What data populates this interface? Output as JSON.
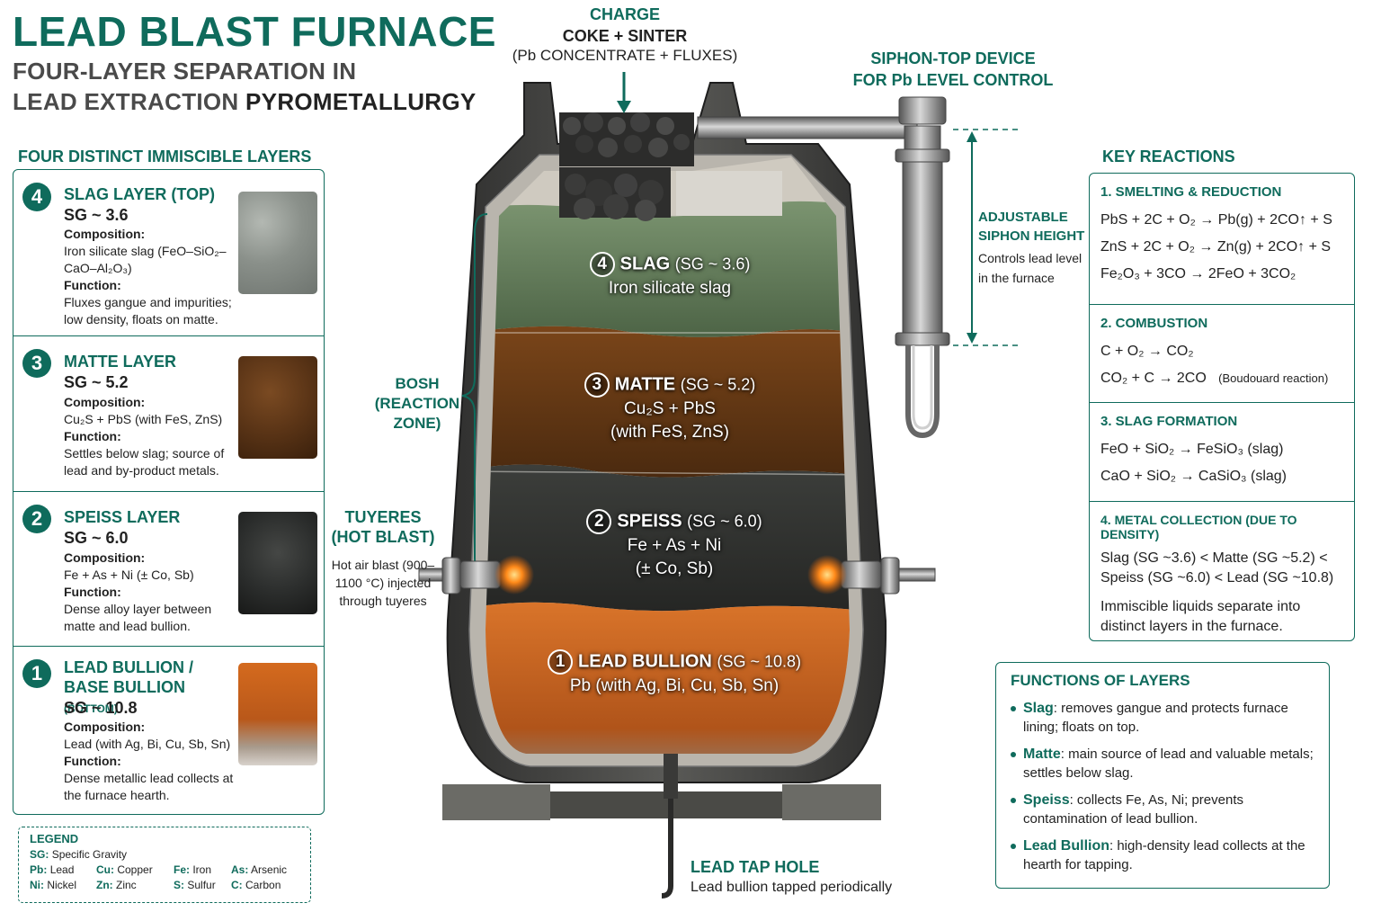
{
  "title": "LEAD BLAST FURNACE",
  "subtitle_line1": "FOUR-LAYER SEPARATION IN",
  "subtitle_line2_a": "LEAD EXTRACTION",
  "subtitle_line2_b": "PYROMETALLURGY",
  "layers_heading": "FOUR DISTINCT IMMISCIBLE LAYERS",
  "layers": [
    {
      "num": "4",
      "name": "SLAG LAYER (TOP)",
      "name_small": "",
      "sg": "SG ~ 3.6",
      "composition_label": "Composition:",
      "composition": "Iron silicate slag (FeO–SiO₂–CaO–Al₂O₃)",
      "function_label": "Function:",
      "function": "Fluxes gangue and impurities; low density, floats on matte.",
      "color": "#8e948e"
    },
    {
      "num": "3",
      "name": "MATTE LAYER",
      "name_small": "",
      "sg": "SG ~ 5.2",
      "composition_label": "Composition:",
      "composition": "Cu₂S + PbS (with FeS, ZnS)",
      "function_label": "Function:",
      "function": "Settles below slag; source of lead and by-product metals.",
      "color": "#5a3416"
    },
    {
      "num": "2",
      "name": "SPEISS LAYER",
      "name_small": "",
      "sg": "SG ~ 6.0",
      "composition_label": "Composition:",
      "composition": "Fe + As + Ni (± Co, Sb)",
      "function_label": "Function:",
      "function": "Dense alloy layer between matte and lead bullion.",
      "color": "#2b2d2c"
    },
    {
      "num": "1",
      "name": "LEAD BULLION / BASE BULLION",
      "name_small": "(BOTTOM)",
      "sg": "SG ~ 10.8",
      "composition_label": "Composition:",
      "composition": "Lead (with Ag, Bi, Cu, Sb, Sn)",
      "function_label": "Function:",
      "function": "Dense metallic lead collects at the furnace hearth.",
      "color": "#c4621c"
    }
  ],
  "legend": {
    "title": "LEGEND",
    "rows": [
      [
        {
          "k": "SG:",
          "v": "Specific Gravity"
        }
      ],
      [
        {
          "k": "Pb:",
          "v": "Lead"
        },
        {
          "k": "Cu:",
          "v": "Copper"
        },
        {
          "k": "Fe:",
          "v": "Iron"
        },
        {
          "k": "As:",
          "v": "Arsenic"
        }
      ],
      [
        {
          "k": "Ni:",
          "v": "Nickel"
        },
        {
          "k": "Zn:",
          "v": "Zinc"
        },
        {
          "k": "S:",
          "v": "Sulfur"
        },
        {
          "k": "C:",
          "v": "Carbon"
        }
      ]
    ]
  },
  "charge": {
    "title": "CHARGE",
    "main": "COKE + SINTER",
    "sub": "(Pb CONCENTRATE + FLUXES)"
  },
  "siphon": {
    "title_line1": "SIPHON-TOP DEVICE",
    "title_line2": "FOR Pb LEVEL CONTROL",
    "adjust_line1": "ADJUSTABLE",
    "adjust_line2": "SIPHON HEIGHT",
    "adjust_text": "Controls lead level in the furnace"
  },
  "bosh": {
    "line1": "BOSH",
    "line2": "(REACTION",
    "line3": "ZONE)"
  },
  "tuyeres": {
    "title_line1": "TUYERES",
    "title_line2": "(HOT BLAST)",
    "text": "Hot air blast (900–1100 °C) injected through tuyeres"
  },
  "tap": {
    "title": "LEAD TAP HOLE",
    "text": "Lead bullion tapped periodically"
  },
  "furnace_labels": [
    {
      "num": "4",
      "name": "SLAG",
      "sg": "(SG ~ 3.6)",
      "lines": [
        "Iron silicate slag"
      ]
    },
    {
      "num": "3",
      "name": "MATTE",
      "sg": "(SG ~ 5.2)",
      "lines": [
        "Cu₂S + PbS",
        "(with FeS, ZnS)"
      ]
    },
    {
      "num": "2",
      "name": "SPEISS",
      "sg": "(SG ~ 6.0)",
      "lines": [
        "Fe + As + Ni",
        "(± Co, Sb)"
      ]
    },
    {
      "num": "1",
      "name": "LEAD BULLION",
      "sg": "(SG ~ 10.8)",
      "lines": [
        "Pb (with Ag, Bi, Cu, Sb, Sn)"
      ]
    }
  ],
  "reactions_heading": "KEY REACTIONS",
  "reactions": [
    {
      "title": "1. SMELTING & REDUCTION",
      "lines": [
        "PbS + 2C + O₂ → Pb(g) + 2CO↑ + S",
        "ZnS + 2C + O₂ → Zn(g) + 2CO↑ + S",
        "Fe₂O₃ + 3CO  →  2FeO + 3CO₂"
      ],
      "note": ""
    },
    {
      "title": "2. COMBUSTION",
      "lines": [
        "C + O₂  →  CO₂",
        "CO₂ + C  →  2CO"
      ],
      "note": "(Boudouard reaction)"
    },
    {
      "title": "3. SLAG FORMATION",
      "lines": [
        "FeO + SiO₂  →  FeSiO₃ (slag)",
        "CaO + SiO₂  →  CaSiO₃ (slag)"
      ],
      "note": ""
    },
    {
      "title": "4. METAL COLLECTION (DUE TO DENSITY)",
      "para1": "Slag (SG ~3.6)  <  Matte (SG ~5.2) < Speiss (SG ~6.0) < Lead (SG ~10.8)",
      "para2": "Immiscible liquids separate into distinct layers in the furnace."
    }
  ],
  "functions": {
    "title": "FUNCTIONS OF LAYERS",
    "items": [
      {
        "term": "Slag",
        "text": ": removes gangue and protects furnace lining; floats on top."
      },
      {
        "term": "Matte",
        "text": ": main source of lead and valuable metals; settles below slag."
      },
      {
        "term": "Speiss",
        "text": ": collects Fe, As, Ni; prevents contamination of lead bullion."
      },
      {
        "term": "Lead Bullion",
        "text": ": high-density lead collects at the hearth for tapping."
      }
    ]
  },
  "colors": {
    "accent": "#0f6b5c",
    "slag": "#5f7a55",
    "matte": "#6a3a17",
    "speiss": "#2f302e",
    "bullion": "#c8661e",
    "shell": "#4a4a48"
  }
}
